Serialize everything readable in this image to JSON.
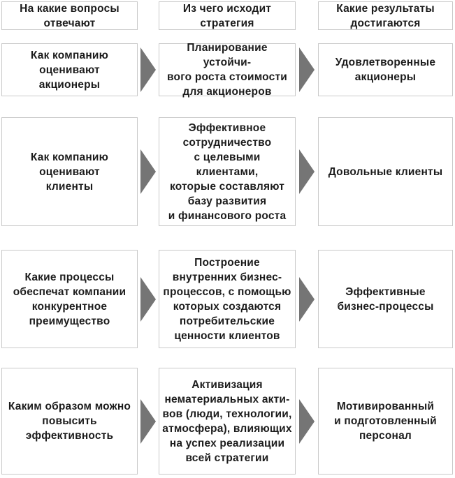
{
  "colors": {
    "background": "#ffffff",
    "box_border": "#c9c9c9",
    "text": "#1c1c1c",
    "arrow": "#757575"
  },
  "headers": {
    "questions": [
      "На какие вопросы",
      "отвечают"
    ],
    "strategy": [
      "Из чего исходит",
      "стратегия"
    ],
    "results": [
      "Какие результаты",
      "достигаются"
    ]
  },
  "icons": {
    "arrow": "right-arrow-triangle"
  },
  "rows": [
    {
      "question": [
        "Как компанию",
        "оценивают",
        "акционеры"
      ],
      "strategy": [
        "Планирование устойчи-",
        "вого роста стоимости",
        "для акционеров"
      ],
      "result": [
        "Удовлетворенные",
        "акционеры"
      ]
    },
    {
      "question": [
        "Как компанию",
        "оценивают",
        "клиенты"
      ],
      "strategy": [
        "Эффективное",
        "сотрудничество",
        "с целевыми",
        "клиентами,",
        "которые составляют",
        "базу развития",
        "и финансового роста"
      ],
      "result": [
        "Довольные клиенты"
      ]
    },
    {
      "question": [
        "Какие процессы",
        "обеспечат компании",
        "конкурентное",
        "преимущество"
      ],
      "strategy": [
        "Построение",
        "внутренних бизнес-",
        "процессов, с помощью",
        "которых создаются",
        "потребительские",
        "ценности клиентов"
      ],
      "result": [
        "Эффективные",
        "бизнес-процессы"
      ]
    },
    {
      "question": [
        "Каким образом можно",
        "повысить",
        "эффективность"
      ],
      "strategy": [
        "Активизация",
        "нематериальных акти-",
        "вов (люди, технологии,",
        "атмосфера), влияющих",
        "на успех реализации",
        "всей стратегии"
      ],
      "result": [
        "Мотивированный",
        "и подготовленный",
        "персонал"
      ]
    }
  ]
}
